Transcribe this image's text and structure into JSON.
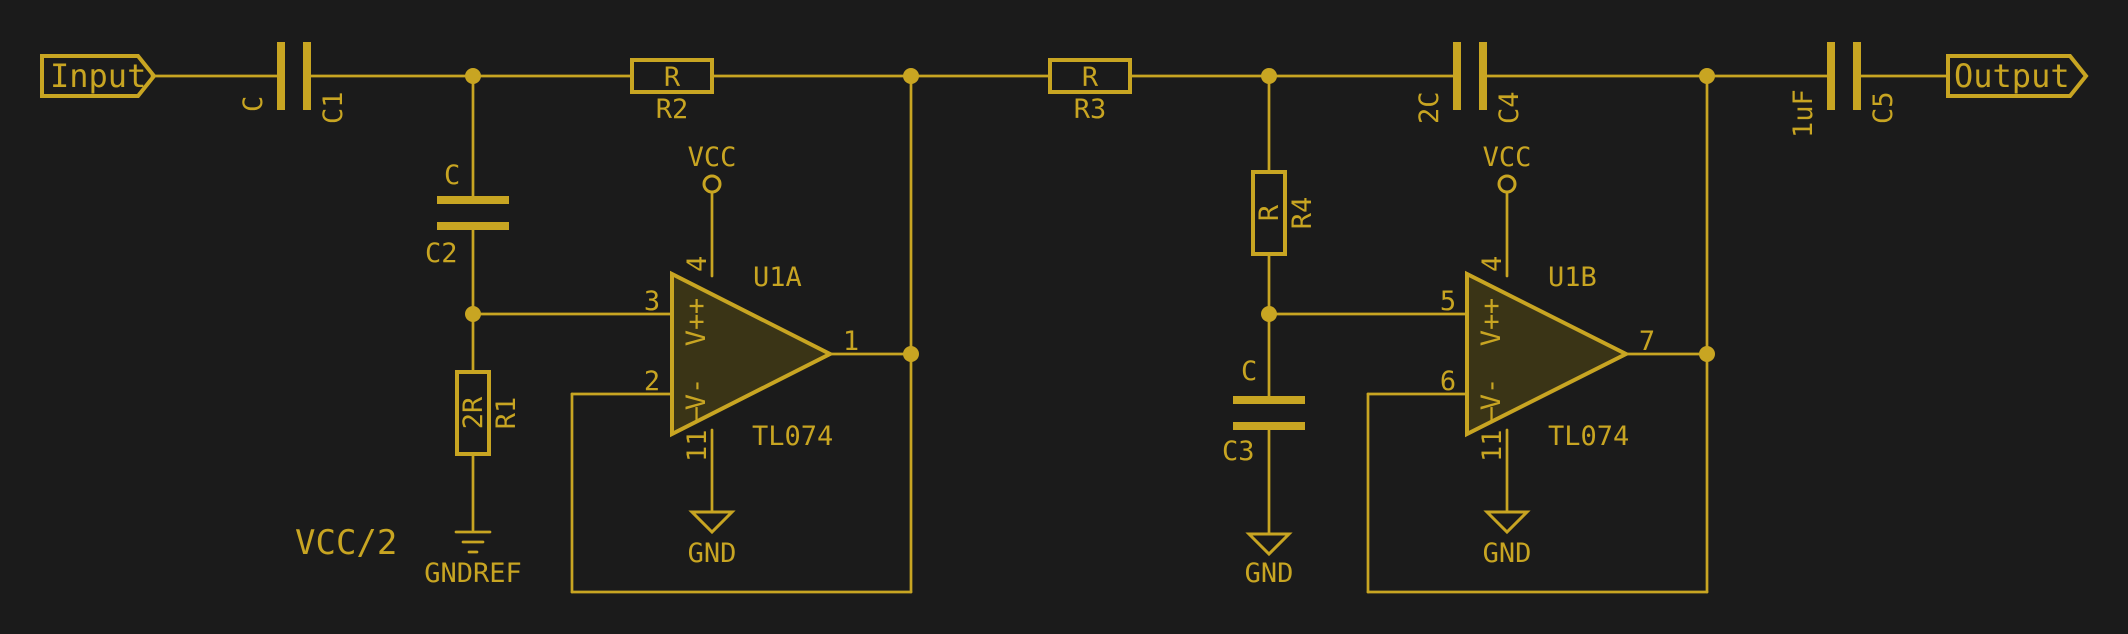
{
  "ports": {
    "input": "Input",
    "output": "Output"
  },
  "labels": {
    "c1": {
      "ref": "C1",
      "value": "C"
    },
    "c2": {
      "ref": "C2",
      "value": "C"
    },
    "c3": {
      "ref": "C3",
      "value": "C"
    },
    "c4": {
      "ref": "C4",
      "value": "2C"
    },
    "c5": {
      "ref": "C5",
      "value": "1uF"
    },
    "r1": {
      "ref": "R1",
      "value": "2R"
    },
    "r2": {
      "ref": "R2",
      "value": "R"
    },
    "r3": {
      "ref": "R3",
      "value": "R"
    },
    "r4": {
      "ref": "R4",
      "value": "R"
    },
    "u1a": {
      "ref": "U1A",
      "value": "TL074",
      "pin_plus": "3",
      "pin_minus": "2",
      "pin_out": "1",
      "pin_vpos": "4",
      "pin_vneg": "11"
    },
    "u1b": {
      "ref": "U1B",
      "value": "TL074",
      "pin_plus": "5",
      "pin_minus": "6",
      "pin_out": "7",
      "pin_vpos": "4",
      "pin_vneg": "11"
    }
  },
  "opamp_text": {
    "vplus": "V+",
    "vminus": "V-",
    "plus": "+",
    "minus": "−"
  },
  "power": {
    "vcc_u1a": "VCC",
    "vcc_u1b": "VCC",
    "gnd_u1a": "GND",
    "gnd_u1b": "GND",
    "gnd_c3": "GND",
    "gndref": "GNDREF",
    "vcc_half": "VCC/2"
  },
  "colors": {
    "background": "#1b1b1b",
    "ink": "#c8a522",
    "opamp_fill": "#3a3416"
  }
}
